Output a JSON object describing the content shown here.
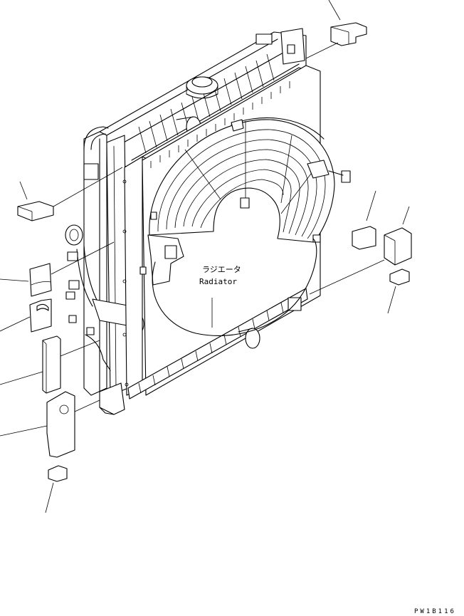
{
  "diagram": {
    "label_jp": "ラジエータ",
    "label_en": "Radiator",
    "drawing_code": "PW1B116"
  }
}
